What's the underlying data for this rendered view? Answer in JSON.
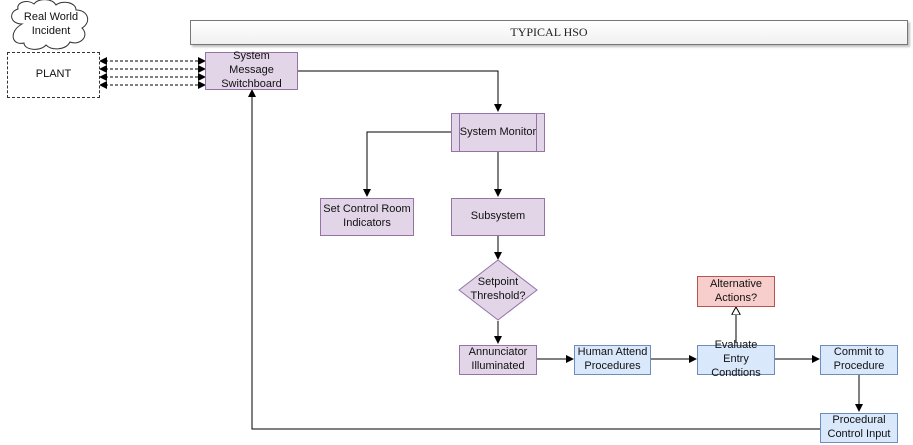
{
  "banner": {
    "title": "TYPICAL HSO"
  },
  "nodes": {
    "incident": "Real World\nIncident",
    "plant": "PLANT",
    "switchboard": "System\nMessage\nSwitchboard",
    "system_monitor": "System Monitor",
    "control_room": "Set Control Room\nIndicators",
    "subsystem": "Subsystem",
    "setpoint": "Setpoint\nThreshold?",
    "annunciator": "Annunciator\nIlluminated",
    "human_attend": "Human Attend\nProcedures",
    "evaluate": "Evaluate\nEntry Condtions",
    "alternative": "Alternative\nActions?",
    "commit": "Commit to\nProcedure",
    "procedural": "Procedural\nControl Input"
  },
  "colors": {
    "purple_fill": "#e1d5e7",
    "purple_stroke": "#9673a6",
    "blue_fill": "#dae8fc",
    "blue_stroke": "#6c8ebf",
    "red_fill": "#f8cecc",
    "red_stroke": "#b85450"
  }
}
